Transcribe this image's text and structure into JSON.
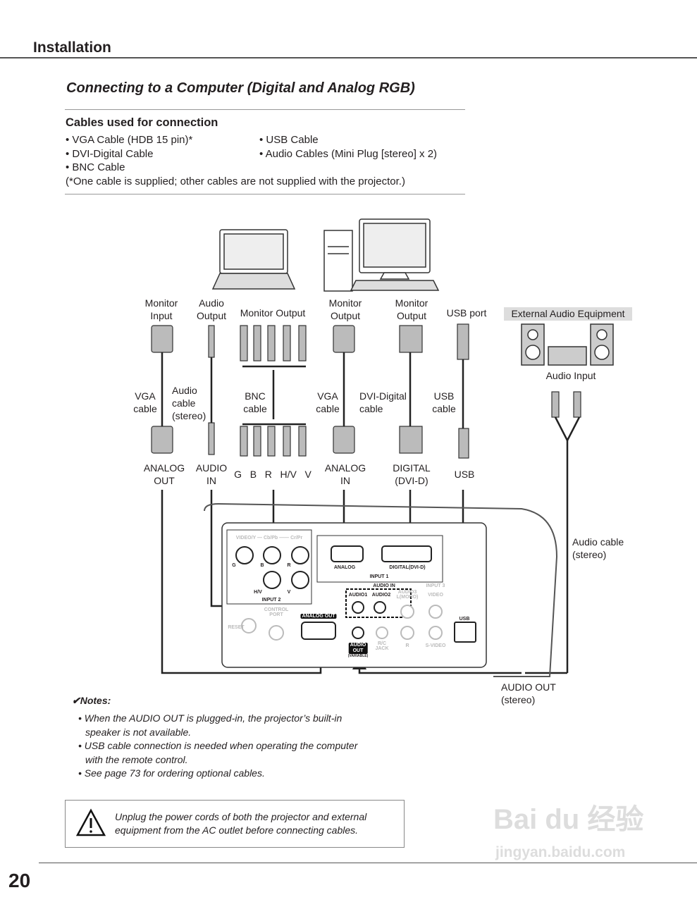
{
  "header": {
    "section": "Installation",
    "title": "Connecting to a Computer (Digital and Analog RGB)"
  },
  "cables": {
    "heading": "Cables used for connection",
    "left": [
      "• VGA Cable (HDB 15 pin)*",
      "• DVI-Digital Cable",
      "• BNC Cable"
    ],
    "right": [
      "• USB Cable",
      "• Audio Cables (Mini Plug [stereo] x 2)"
    ],
    "note": "(*One cable is supplied; other cables are not supplied with the projector.)"
  },
  "diagram": {
    "top": {
      "monitor_input": "Monitor\nInput",
      "audio_output": "Audio\nOutput",
      "monitor_output_bnc": "Monitor Output",
      "monitor_output_vga": "Monitor\nOutput",
      "monitor_output_dvi": "Monitor\nOutput",
      "usb_port": "USB port",
      "external_audio": "External Audio Equipment",
      "audio_input": "Audio Input"
    },
    "cables": {
      "vga1": "VGA\ncable",
      "audio": "Audio\ncable\n(stereo)",
      "bnc": "BNC\ncable",
      "vga2": "VGA\ncable",
      "dvi": "DVI-Digital\ncable",
      "usb": "USB\ncable",
      "audio_ext": "Audio cable\n(stereo)"
    },
    "bottom": {
      "analog_out": "ANALOG\nOUT",
      "audio_in": "AUDIO\nIN",
      "gbrhv": "G   B   R   H/V   V",
      "analog_in": "ANALOG\nIN",
      "digital": "DIGITAL\n(DVI-D)",
      "usb": "USB",
      "audio_out": "AUDIO OUT\n(stereo)"
    },
    "panel": {
      "video_y": "VIDEO/Y — Cb/Pb —— Cr/Pr",
      "g": "G",
      "b": "B",
      "r": "R",
      "hv": "H/V",
      "v": "V",
      "input2": "INPUT 2",
      "analog": "ANALOG",
      "digital": "DIGITAL(DVI-D)",
      "input1": "INPUT 1",
      "audio_in": "AUDIO IN",
      "audio1": "AUDIO1",
      "audio2": "AUDIO2",
      "audio3": "AUDIO3\nL(MONO)",
      "r3": "R",
      "input3": "INPUT 3",
      "video": "VIDEO",
      "svideo": "S-VIDEO",
      "usb": "USB",
      "control": "CONTROL\nPORT",
      "reset": "RESET",
      "analog_out": "ANALOG OUT",
      "audio_out": "AUDIO\nOUT",
      "variable": "(VARIABLE)",
      "rc": "R/C\nJACK"
    }
  },
  "notes": {
    "heading": "✔Notes:",
    "items": [
      "• When the AUDIO OUT is plugged-in, the projector’s built-in speaker is not available.",
      "• USB cable connection is needed when operating the computer with the remote control.",
      "• See page 73 for ordering optional cables."
    ]
  },
  "warning": {
    "icon": "warning-triangle-icon",
    "text": "Unplug the power cords of both the projector and external equipment from the AC outlet before connecting cables."
  },
  "page_number": "20",
  "watermark": {
    "brand": "Bai du 经验",
    "url": "jingyan.baidu.com"
  }
}
